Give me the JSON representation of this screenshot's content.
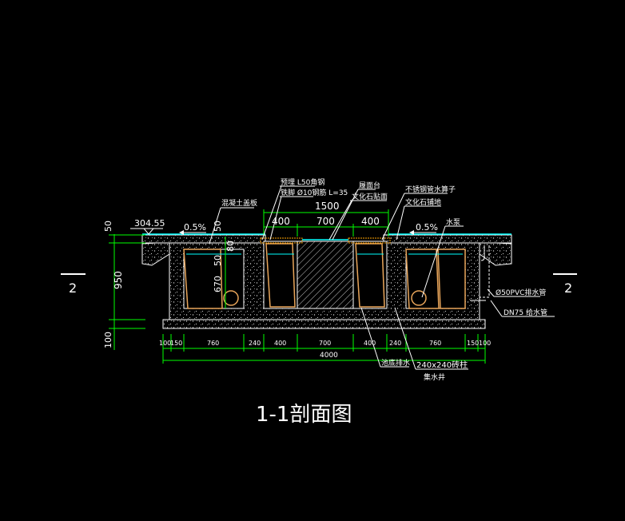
{
  "drawing": {
    "title": "1-1剖面图",
    "section_mark_left": "2",
    "section_mark_right": "2"
  },
  "annotations": {
    "embed_angle": "预埋 L50角钢",
    "anchor_bar": "铁脚 Ø10钢筋 L=35",
    "cap_stone": "履面台",
    "culture_stone_top": "文化石贴面",
    "stainless_grate": "不锈钢管水算子",
    "culture_stone_paving": "文化石铺地",
    "concrete_slab": "混凝土盖板",
    "water_pump": "水泵",
    "drain_pipe": "Ø50PVC排水管",
    "fill_pipe": "DN75 给水管",
    "pool_waterproof": "池底排水",
    "column": "240x240砖柱",
    "sump": "集水井",
    "slope_left": "0.5%",
    "slope_right": "0.5%",
    "elevation": "304.55"
  },
  "dimensions": {
    "top_total": "1500",
    "top_segments": [
      "400",
      "700",
      "400"
    ],
    "left_vertical": [
      "50",
      "950",
      "100"
    ],
    "inner_vertical": [
      "50",
      "80",
      "50",
      "670"
    ],
    "bottom_segments": [
      "100",
      "150",
      "760",
      "240",
      "400",
      "700",
      "400",
      "240",
      "760",
      "150",
      "100"
    ],
    "bottom_total": "4000"
  },
  "colors": {
    "background": "#000000",
    "dimension_line": "#00ff00",
    "text": "#ffffff",
    "pool_outline": "#e8a55a",
    "water": "#00ffff",
    "pipe": "#ff66ff"
  }
}
